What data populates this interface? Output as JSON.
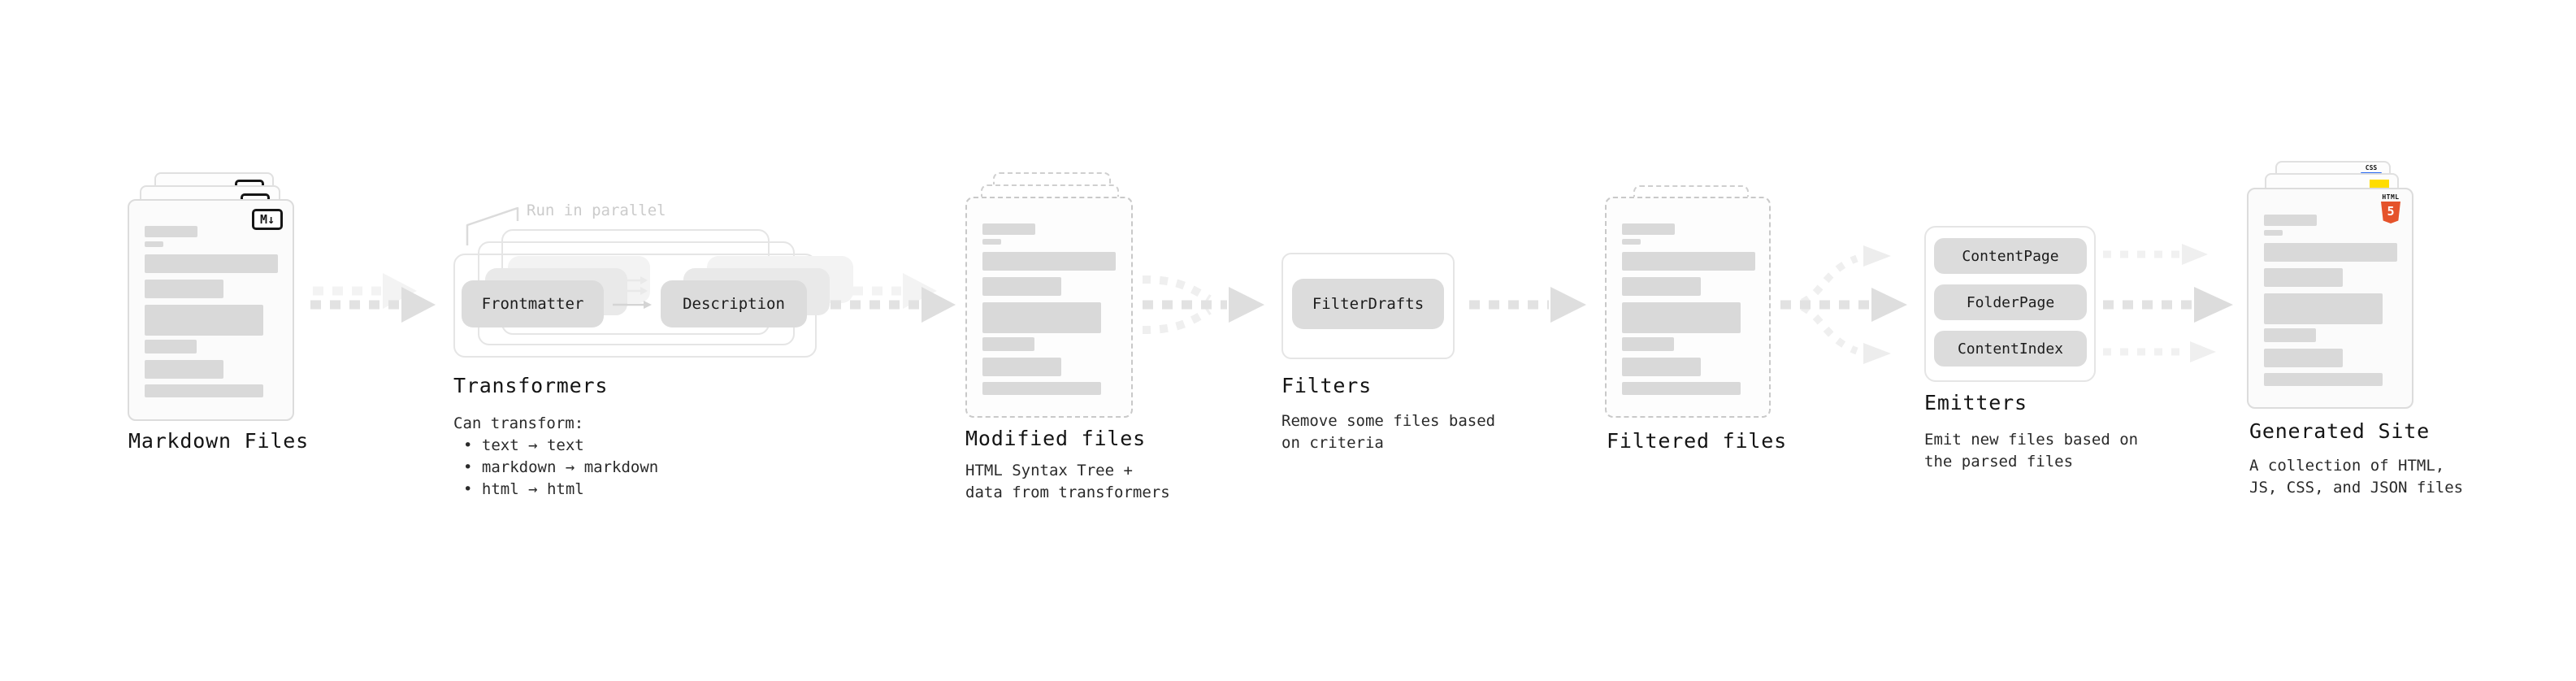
{
  "diagram": {
    "title_context": "Static site generation pipeline",
    "nodes": {
      "markdown_files": {
        "label": "Markdown Files",
        "badge": "M↓"
      },
      "transformers": {
        "label": "Transformers",
        "note": "Run in parallel",
        "pills": [
          "Frontmatter",
          "Description"
        ],
        "description_title": "Can transform:",
        "bullets": [
          "• text → text",
          "• markdown → markdown",
          "• html → html"
        ]
      },
      "modified_files": {
        "label": "Modified files",
        "description_lines": [
          "HTML Syntax Tree +",
          "data from transformers"
        ]
      },
      "filters": {
        "label": "Filters",
        "pills": [
          "FilterDrafts"
        ],
        "description_lines": [
          "Remove some files based",
          "on criteria"
        ]
      },
      "filtered_files": {
        "label": "Filtered files"
      },
      "emitters": {
        "label": "Emitters",
        "pills": [
          "ContentPage",
          "FolderPage",
          "ContentIndex"
        ],
        "description_lines": [
          "Emit new files based on",
          "the parsed files"
        ]
      },
      "generated_site": {
        "label": "Generated Site",
        "description_lines": [
          "A collection of HTML,",
          "JS, CSS, and JSON files"
        ],
        "file_icons": {
          "css_label": "CSS",
          "html_label": "HTML",
          "html_number": "5"
        }
      }
    },
    "colors": {
      "background": "#ffffff",
      "card_border": "#dcdcdc",
      "dashed_border": "#c9c9c9",
      "placeholder_bar": "#d9d9d9",
      "pill_bg": "#dcdcdc",
      "arrow_main": "#e2e2e2",
      "arrow_light": "#f2f2f2",
      "heading_text": "#141414",
      "body_text": "#2a2a2a",
      "note_text": "#cbcbcb",
      "html5_orange": "#e5532b",
      "js_yellow": "#ffdd00",
      "css_blue": "#2767f2"
    }
  }
}
